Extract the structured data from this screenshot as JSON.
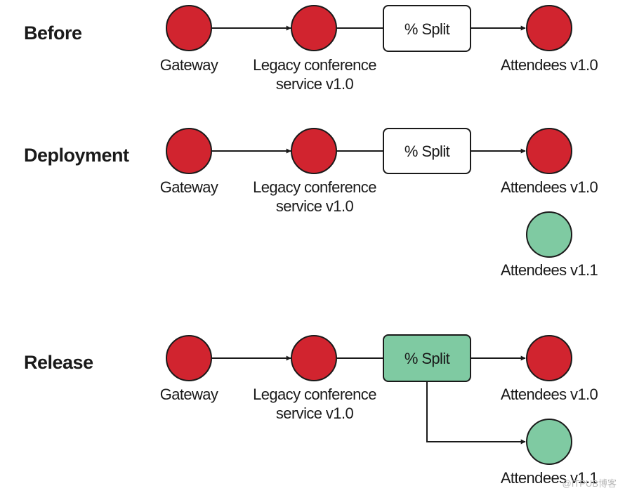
{
  "colors": {
    "v1_0_node": "#d1242f",
    "v1_1_node": "#7fcaa2",
    "split_default": "#ffffff",
    "split_release": "#7fcaa2",
    "line": "#1a1a1a"
  },
  "stages": {
    "before": {
      "title": "Before",
      "gateway": "Gateway",
      "legacy_line1": "Legacy conference",
      "legacy_line2": "service v1.0",
      "split": "% Split",
      "attendees_v10": "Attendees v1.0"
    },
    "deployment": {
      "title": "Deployment",
      "gateway": "Gateway",
      "legacy_line1": "Legacy conference",
      "legacy_line2": "service v1.0",
      "split": "% Split",
      "attendees_v10": "Attendees v1.0",
      "attendees_v11": "Attendees v1.1"
    },
    "release": {
      "title": "Release",
      "gateway": "Gateway",
      "legacy_line1": "Legacy conference",
      "legacy_line2": "service v1.0",
      "split": "% Split",
      "attendees_v10": "Attendees v1.0",
      "attendees_v11": "Attendees v1.1"
    }
  },
  "watermark": "@ITPUB博客"
}
